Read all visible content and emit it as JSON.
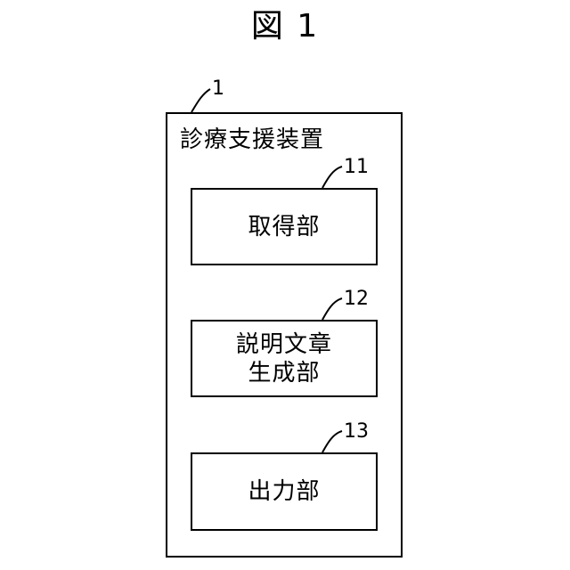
{
  "figure": {
    "title": "図 1"
  },
  "device": {
    "ref": "1",
    "label": "診療支援装置"
  },
  "units": [
    {
      "ref": "11",
      "lines": [
        "取得部"
      ]
    },
    {
      "ref": "12",
      "lines": [
        "説明文章",
        "生成部"
      ]
    },
    {
      "ref": "13",
      "lines": [
        "出力部"
      ]
    }
  ],
  "colors": {
    "line": "#000000",
    "background": "#ffffff"
  }
}
